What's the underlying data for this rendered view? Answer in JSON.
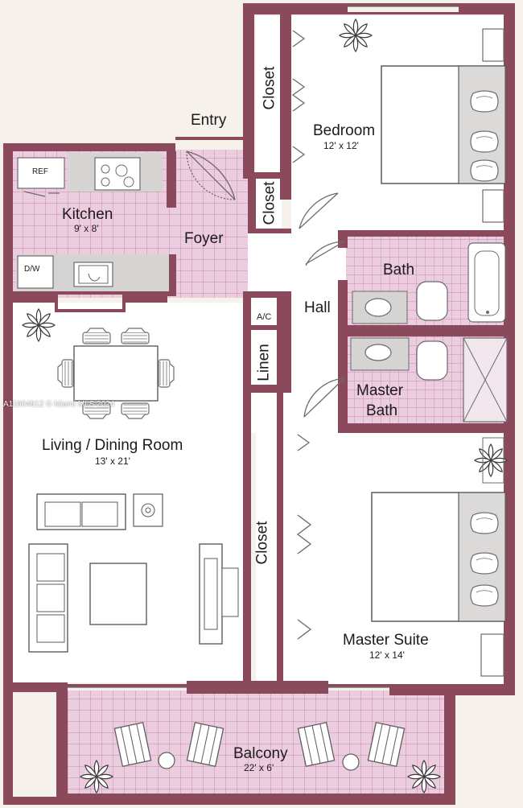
{
  "colors": {
    "wall": "#8a4a5c",
    "tile_fill": "#eccde0",
    "tile_line": "#b97c98",
    "floor": "#ffffff",
    "background": "#f7f1ec",
    "fixture_line": "#6d6a6c",
    "fixture_fill": "#dcd9d9",
    "plant": "#3d3a3c"
  },
  "rooms": {
    "entry": "Entry",
    "bedroom": {
      "name": "Bedroom",
      "size": "12' x 12'"
    },
    "closet_bedroom": "Closet",
    "closet_foyer": "Closet",
    "kitchen": {
      "name": "Kitchen",
      "size": "9' x 8'"
    },
    "foyer": "Foyer",
    "bath": "Bath",
    "hall": "Hall",
    "ac": "A/C",
    "linen": "Linen",
    "master_bath": {
      "line1": "Master",
      "line2": "Bath"
    },
    "living": {
      "name": "Living / Dining Room",
      "size": "13' x 21'"
    },
    "closet_master": "Closet",
    "master_suite": {
      "name": "Master Suite",
      "size": "12' x 14'"
    },
    "balcony": {
      "name": "Balcony",
      "size": "22' x 6'"
    }
  },
  "appliances": {
    "refrigerator": "REF",
    "dishwasher": "D/W"
  },
  "watermark": "A11904812 © Miami MLS 2024",
  "icons": [
    "plant-icon",
    "bed-icon",
    "sofa-icon",
    "armchair-icon",
    "table-icon",
    "toilet-icon",
    "sink-icon",
    "bathtub-icon",
    "shower-icon",
    "stove-icon",
    "lamp-icon",
    "tv-cabinet-icon"
  ]
}
